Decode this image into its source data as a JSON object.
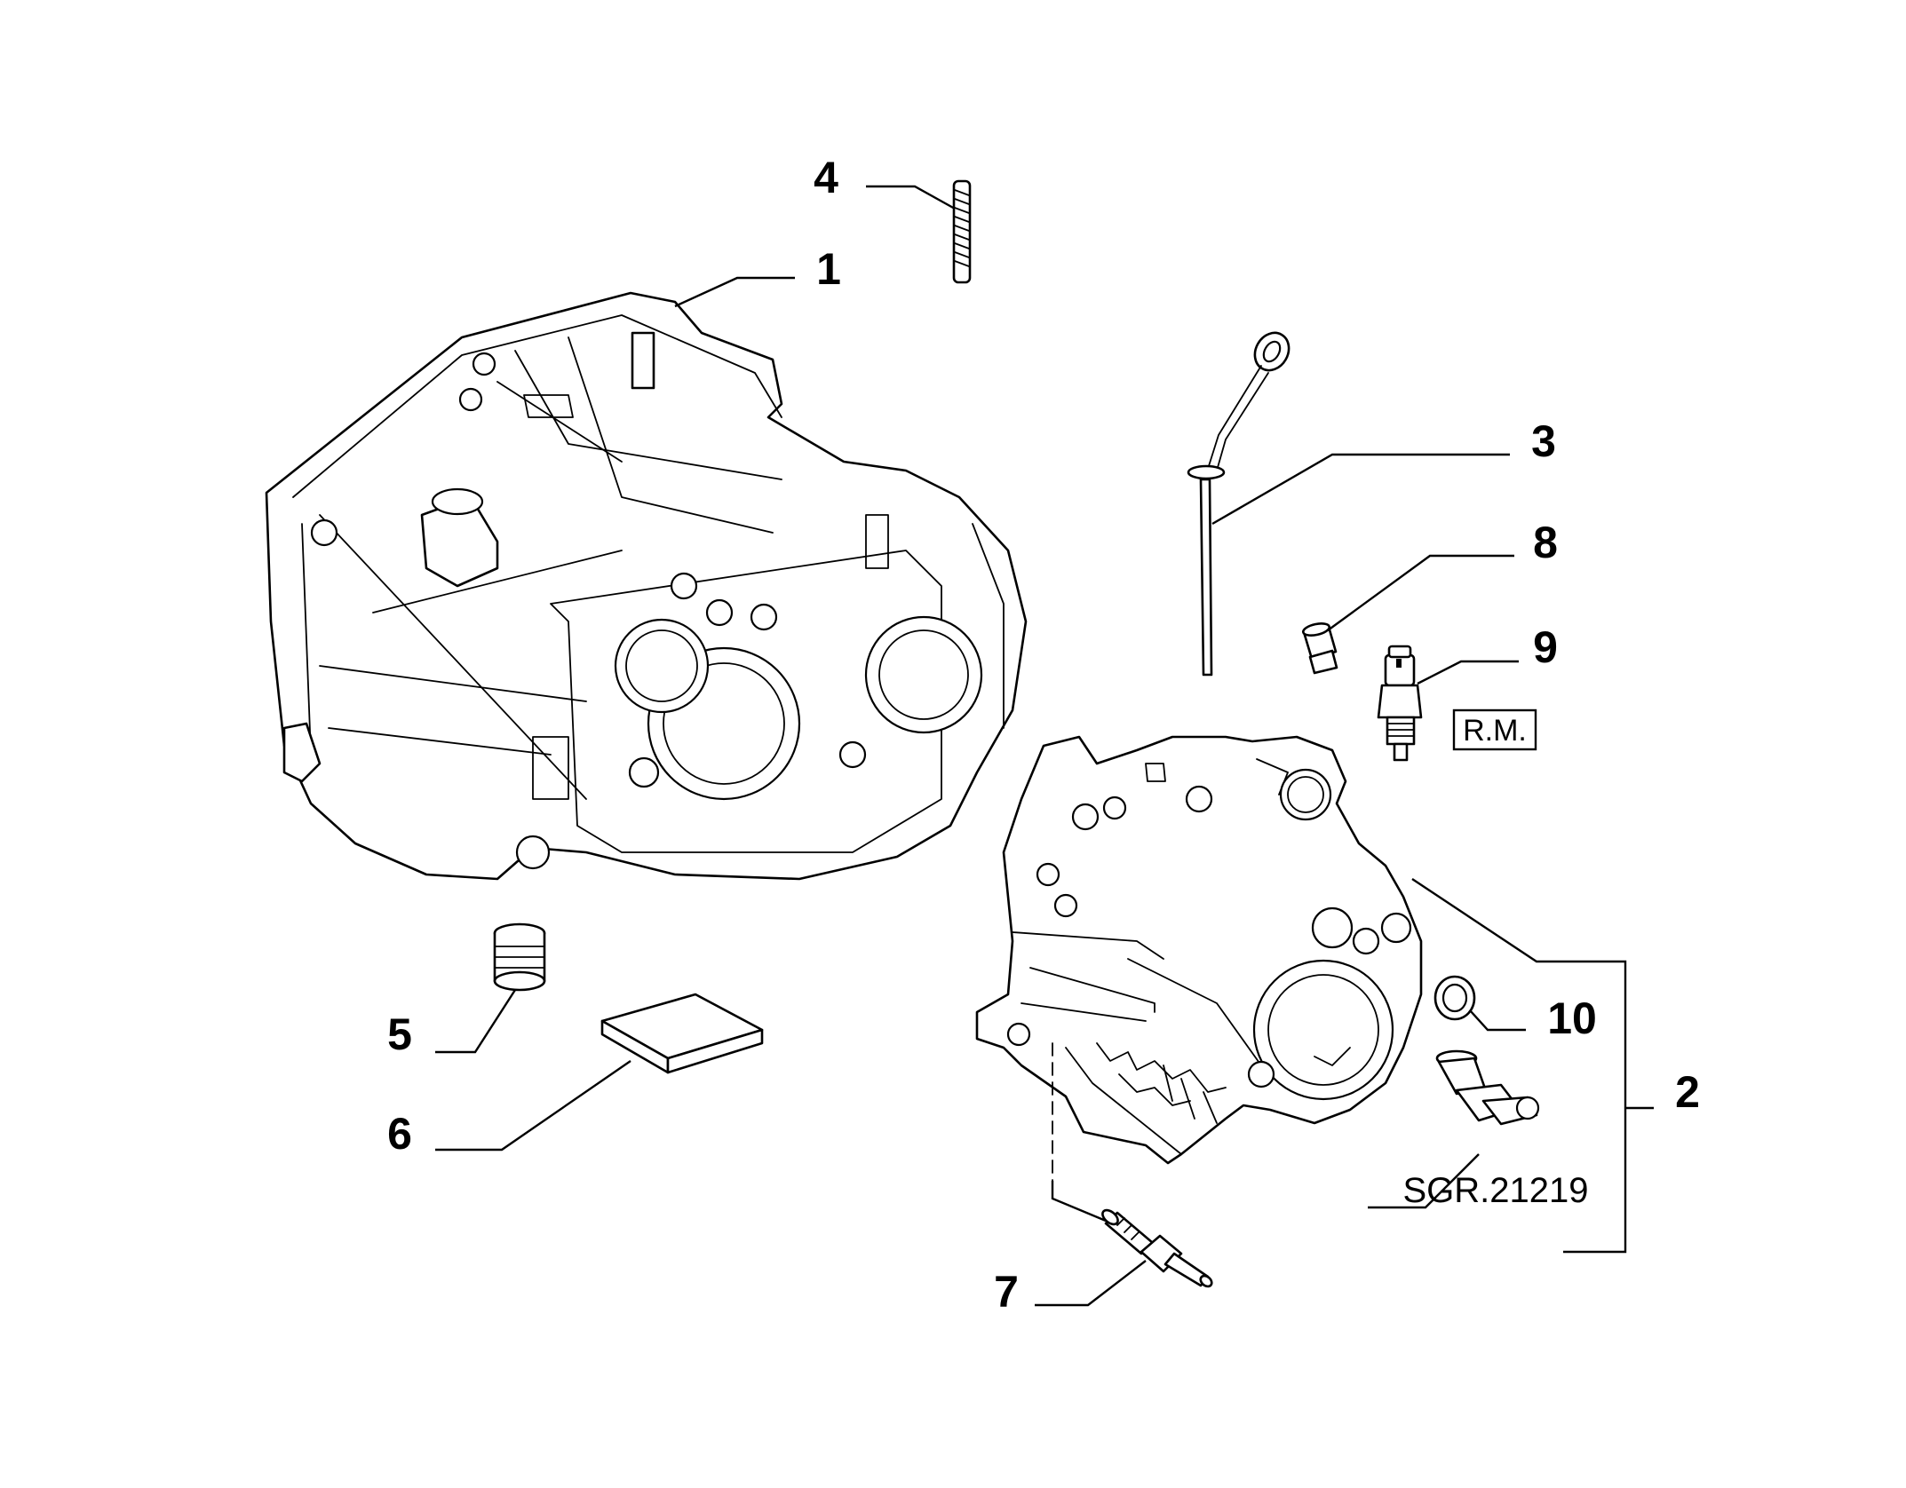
{
  "diagram": {
    "callouts": [
      {
        "id": "1",
        "label": "1"
      },
      {
        "id": "2",
        "label": "2"
      },
      {
        "id": "3",
        "label": "3"
      },
      {
        "id": "4",
        "label": "4"
      },
      {
        "id": "5",
        "label": "5"
      },
      {
        "id": "6",
        "label": "6"
      },
      {
        "id": "7",
        "label": "7"
      },
      {
        "id": "8",
        "label": "8"
      },
      {
        "id": "9",
        "label": "9"
      },
      {
        "id": "10",
        "label": "10"
      }
    ],
    "remark_box": "R.M.",
    "drawing_reference": "SGR.21219"
  }
}
